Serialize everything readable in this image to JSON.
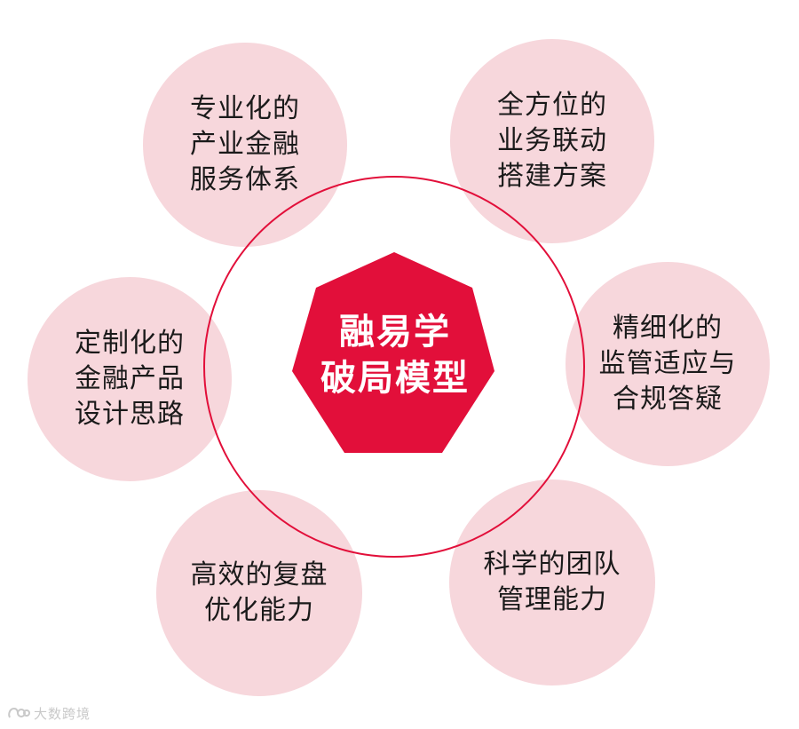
{
  "colors": {
    "accent": "#e20f3a",
    "petal_fill": "#f7d7dc",
    "text": "#1a1a1a",
    "core_text": "#ffffff",
    "watermark": "#c9c9c9"
  },
  "core": {
    "lines": [
      "融易学",
      "破局模型"
    ]
  },
  "petals": [
    {
      "lines": [
        "专业化的",
        "产业金融",
        "服务体系"
      ]
    },
    {
      "lines": [
        "全方位的",
        "业务联动",
        "搭建方案"
      ]
    },
    {
      "lines": [
        "定制化的",
        "金融产品",
        "设计思路"
      ]
    },
    {
      "lines": [
        "精细化的",
        "监管适应与",
        "合规答疑"
      ]
    },
    {
      "lines": [
        "高效的复盘",
        "优化能力"
      ]
    },
    {
      "lines": [
        "科学的团队",
        "管理能力"
      ]
    }
  ],
  "watermark": {
    "text": "大数跨境"
  }
}
